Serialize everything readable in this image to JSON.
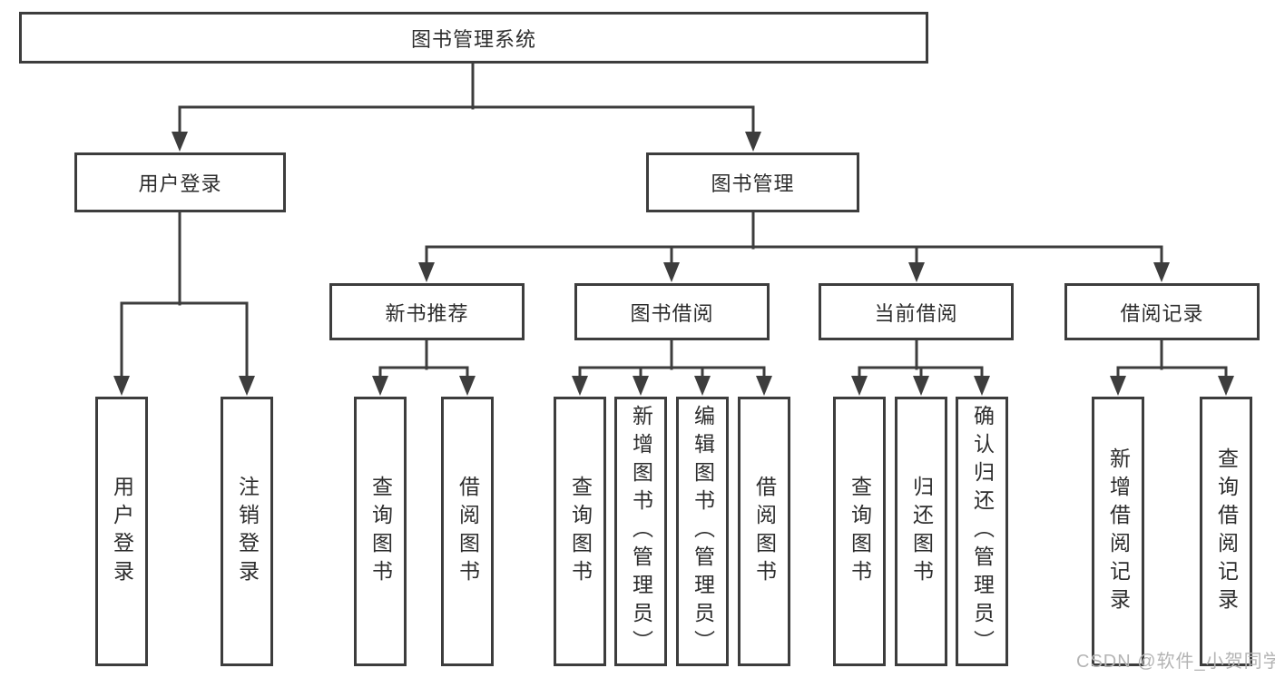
{
  "colors": {
    "line": "#3d3d3d",
    "box_border": "#3d3d3d",
    "text": "#2d2d2d",
    "watermark": "#b4b4b4",
    "background": "#ffffff"
  },
  "watermark": {
    "text": "CSDN @软件_小贺同学"
  },
  "tree": {
    "root": {
      "label": "图书管理系统",
      "children": [
        {
          "label": "用户登录",
          "children": [
            {
              "label": "用户登录"
            },
            {
              "label": "注销登录"
            }
          ]
        },
        {
          "label": "图书管理",
          "children": [
            {
              "label": "新书推荐",
              "children": [
                {
                  "label": "查询图书"
                },
                {
                  "label": "借阅图书"
                }
              ]
            },
            {
              "label": "图书借阅",
              "children": [
                {
                  "label": "查询图书"
                },
                {
                  "label": "新增图书（管理员）"
                },
                {
                  "label": "编辑图书（管理员）"
                },
                {
                  "label": "借阅图书"
                }
              ]
            },
            {
              "label": "当前借阅",
              "children": [
                {
                  "label": "查询图书"
                },
                {
                  "label": "归还图书"
                },
                {
                  "label": "确认归还（管理员）"
                }
              ]
            },
            {
              "label": "借阅记录",
              "children": [
                {
                  "label": "新增借阅记录"
                },
                {
                  "label": "查询借阅记录"
                }
              ]
            }
          ]
        }
      ]
    }
  }
}
